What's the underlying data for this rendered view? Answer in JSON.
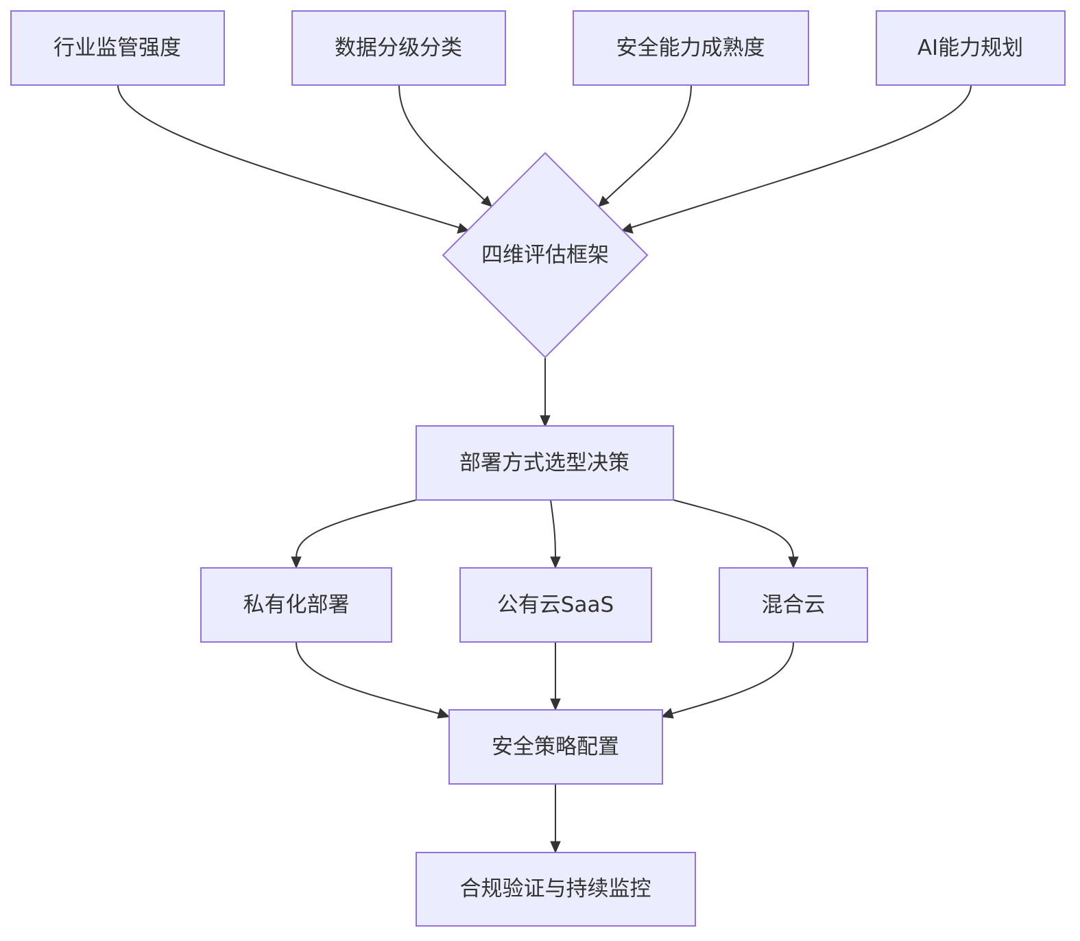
{
  "diagram": {
    "nodes": {
      "regulation": "行业监管强度",
      "data_classification": "数据分级分类",
      "security_maturity": "安全能力成熟度",
      "ai_planning": "AI能力规划",
      "framework": "四维评估框架",
      "deployment_decision": "部署方式选型决策",
      "private": "私有化部署",
      "public_saas": "公有云SaaS",
      "hybrid": "混合云",
      "security_policy": "安全策略配置",
      "compliance": "合规验证与持续监控"
    },
    "colors": {
      "node_fill": "#ececff",
      "node_stroke": "#9370db",
      "edge": "#333333",
      "text": "#333333"
    }
  }
}
